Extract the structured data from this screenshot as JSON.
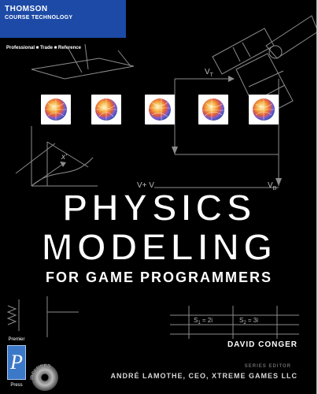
{
  "cover": {
    "publisher_brand": "THOMSON",
    "publisher_imprint": "COURSE TECHNOLOGY",
    "tagline": "Professional ■ Trade ■ Reference",
    "title_line1": "PHYSICS",
    "title_line2": "MODELING",
    "subtitle": "FOR GAME PROGRAMMERS",
    "author": "DAVID CONGER",
    "series_label": "SERIES EDITOR",
    "series_editor": "ANDRÉ LAMOTHE, CEO, XTREME GAMES LLC",
    "logo_top": "Premier",
    "logo_bottom": "Press",
    "logo_letter": "P"
  },
  "diagram_labels": {
    "vt": "V",
    "vt_sub": "T",
    "vtvb": "V",
    "vtvb_rest": "+ V",
    "vb": "V",
    "vb_sub": "B",
    "x_prime": "x'",
    "s1": "S",
    "s1_sub": "1",
    "s1_rest": " = 2i",
    "s2": "S",
    "s2_sub": "2",
    "s2_rest": " = 3i",
    "cd_text": "INCLUDED"
  },
  "colors": {
    "background": "#000000",
    "publisher_band": "#1c4aa6",
    "line_art": "#8c8c8c"
  }
}
